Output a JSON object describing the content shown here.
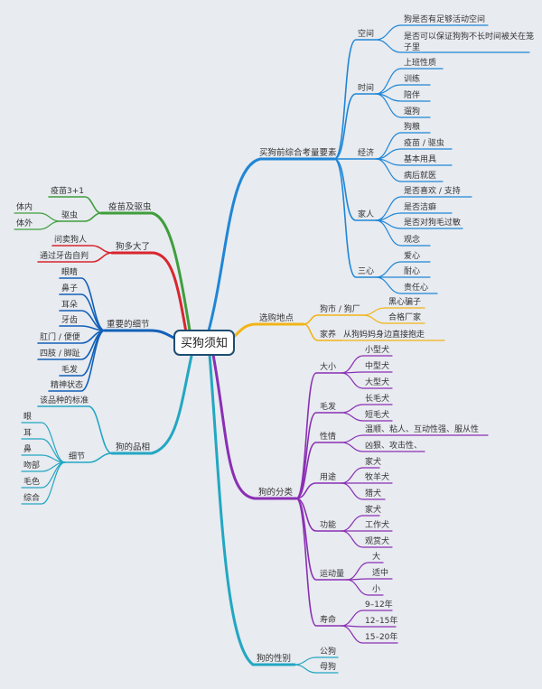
{
  "center": "买狗须知",
  "colors": {
    "blue": "#1f86d6",
    "yellow": "#f2b417",
    "purple": "#8a2fb4",
    "teal": "#22a7c2",
    "green": "#3f9e3c",
    "red": "#d8262f",
    "navy": "#1260b8",
    "center_border": "#1e4d72"
  },
  "branches": {
    "factors": {
      "label": "买狗前综合考量要素",
      "groups": [
        {
          "label": "空间",
          "items": [
            "狗是否有足够活动空间",
            "是否可以保证狗狗不长时间被关在笼",
            "子里"
          ]
        },
        {
          "label": "时间",
          "items": [
            "上班性质",
            "训练",
            "陪伴",
            "遛狗"
          ]
        },
        {
          "label": "经济",
          "items": [
            "狗粮",
            "疫苗 / 驱虫",
            "基本用具",
            "病后就医"
          ]
        },
        {
          "label": "家人",
          "items": [
            "是否喜欢 / 支持",
            "是否洁癖",
            "是否对狗毛过敏",
            "观念"
          ]
        },
        {
          "label": "三心",
          "items": [
            "爱心",
            "耐心",
            "责任心"
          ]
        }
      ]
    },
    "location": {
      "label": "选购地点",
      "groups": [
        {
          "label": "狗市 / 狗厂",
          "items": [
            "黑心骗子",
            "合格厂家"
          ]
        },
        {
          "label": "家养",
          "items": [
            "从狗妈妈身边直接抱走"
          ]
        }
      ]
    },
    "types": {
      "label": "狗的分类",
      "groups": [
        {
          "label": "大小",
          "items": [
            "小型犬",
            "中型犬",
            "大型犬"
          ]
        },
        {
          "label": "毛发",
          "items": [
            "长毛犬",
            "短毛犬"
          ]
        },
        {
          "label": "性情",
          "items": [
            "温顺、粘人、互动性强、服从性",
            "凶狠、攻击性、"
          ]
        },
        {
          "label": "用途",
          "items": [
            "家犬",
            "牧羊犬",
            "猎犬"
          ]
        },
        {
          "label": "功能",
          "items": [
            "家犬",
            "工作犬",
            "观赏犬"
          ]
        },
        {
          "label": "运动量",
          "items": [
            "大",
            "适中",
            "小"
          ]
        },
        {
          "label": "寿命",
          "items": [
            "9–12年",
            "12–15年",
            "15–20年"
          ]
        }
      ]
    },
    "gender": {
      "label": "狗的性别",
      "items": [
        "公狗",
        "母狗"
      ]
    },
    "vaccine": {
      "label": "疫苗及驱虫",
      "items": [
        "疫苗3+1"
      ],
      "deworm": {
        "label": "驱虫",
        "items": [
          "体内",
          "体外"
        ]
      }
    },
    "age": {
      "label": "狗多大了",
      "items": [
        "问卖狗人",
        "通过牙齿自判"
      ]
    },
    "details": {
      "label": "重要的细节",
      "items": [
        "眼睛",
        "鼻子",
        "耳朵",
        "牙齿",
        "肛门 / 便便",
        "四肢 / 脚趾",
        "毛发",
        "精神状态"
      ]
    },
    "appearance": {
      "label": "狗的品相",
      "standard": "该品种的标准",
      "detail": {
        "label": "细节",
        "items": [
          "眼",
          "耳",
          "鼻",
          "吻部",
          "毛色",
          "综合"
        ]
      }
    }
  }
}
